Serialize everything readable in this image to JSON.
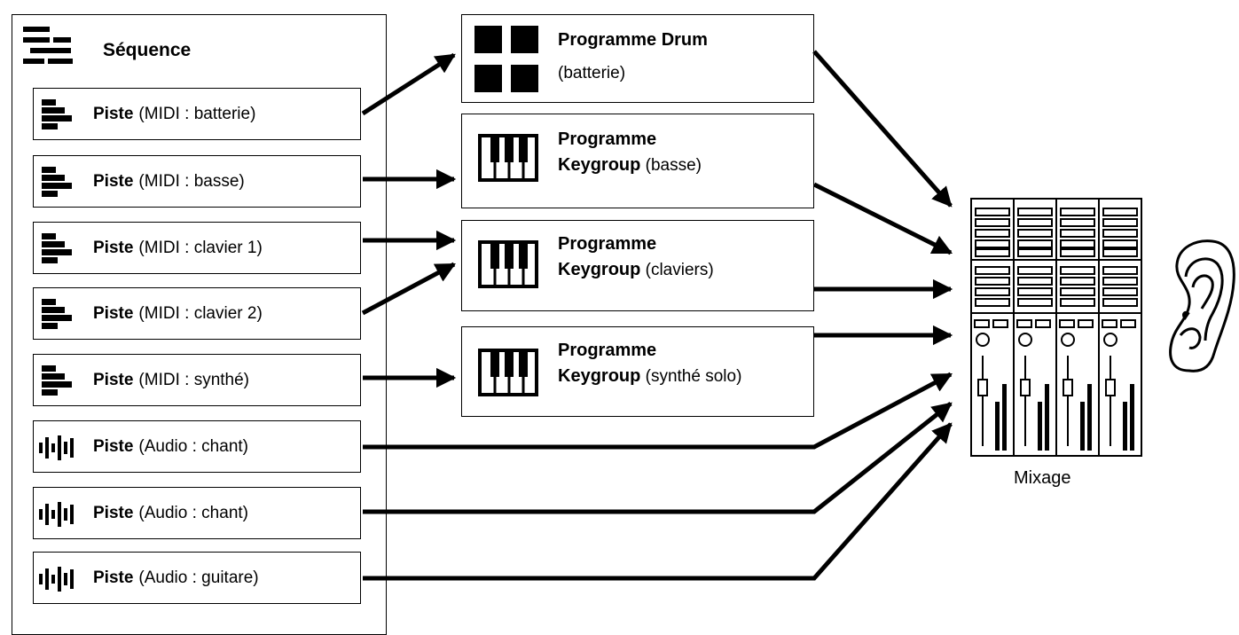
{
  "sequence": {
    "title": "Séquence",
    "icon": "sequence-lines-icon"
  },
  "tracks": [
    {
      "bold": "Piste",
      "detail": "(MIDI : batterie)",
      "kind": "midi"
    },
    {
      "bold": "Piste",
      "detail": "(MIDI : basse)",
      "kind": "midi"
    },
    {
      "bold": "Piste",
      "detail": "(MIDI : clavier 1)",
      "kind": "midi"
    },
    {
      "bold": "Piste",
      "detail": "(MIDI : clavier 2)",
      "kind": "midi"
    },
    {
      "bold": "Piste",
      "detail": "(MIDI : synthé)",
      "kind": "midi"
    },
    {
      "bold": "Piste",
      "detail": "(Audio : chant)",
      "kind": "audio"
    },
    {
      "bold": "Piste",
      "detail": "(Audio : chant)",
      "kind": "audio"
    },
    {
      "bold": "Piste",
      "detail": "(Audio : guitare)",
      "kind": "audio"
    }
  ],
  "programs": [
    {
      "line1": "Programme Drum",
      "line2_bold": "",
      "line2": "(batterie)",
      "icon": "drum-pads-icon"
    },
    {
      "line1": "Programme",
      "line2_bold": "Keygroup",
      "line2": "(basse)",
      "icon": "keyboard-icon"
    },
    {
      "line1": "Programme",
      "line2_bold": "Keygroup",
      "line2": "(claviers)",
      "icon": "keyboard-icon"
    },
    {
      "line1": "Programme",
      "line2_bold": "Keygroup",
      "line2": "(synthé solo)",
      "icon": "keyboard-icon"
    }
  ],
  "mixer": {
    "label": "Mixage",
    "icon": "mixer-console-icon"
  },
  "listener": {
    "icon": "ear-icon"
  },
  "colors": {
    "line": "#000000",
    "background": "#ffffff"
  }
}
